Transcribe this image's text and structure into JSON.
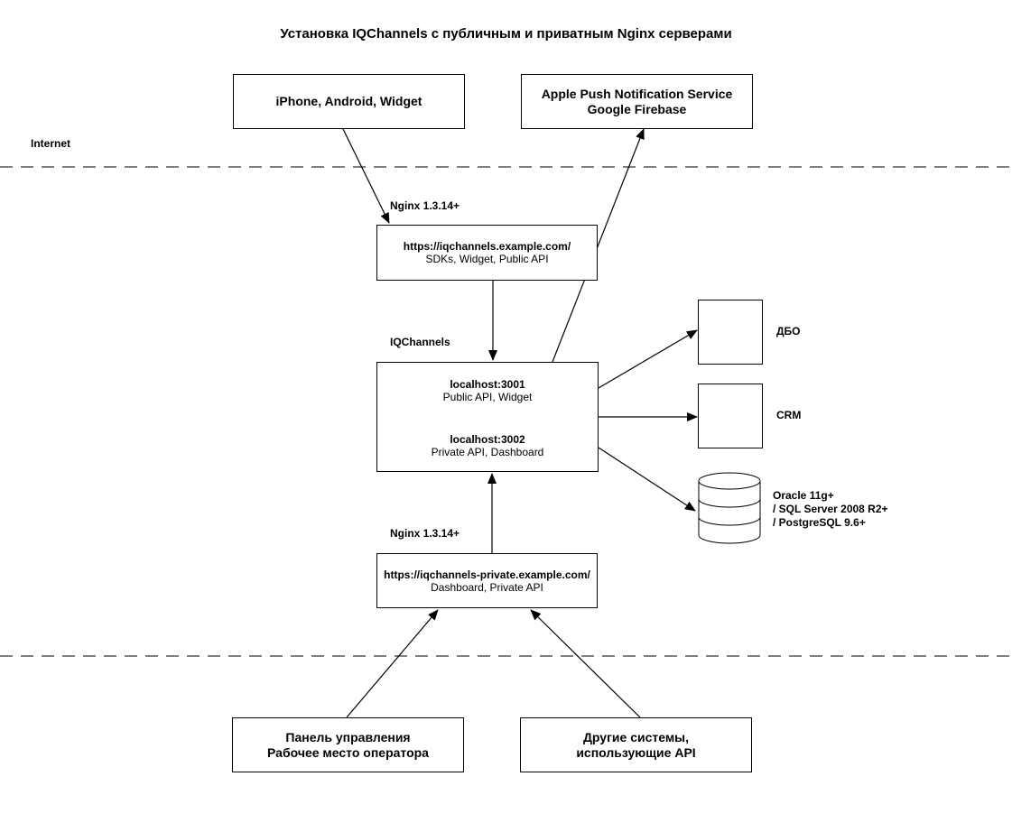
{
  "title": "Установка IQChannels с публичным и приватным Nginx серверами",
  "zones": {
    "internet": "Internet",
    "iqchannels": "IQChannels",
    "nginx_public": "Nginx 1.3.14+",
    "nginx_private": "Nginx 1.3.14+"
  },
  "nodes": {
    "clients": {
      "label": "iPhone, Android, Widget"
    },
    "push": {
      "line1": "Apple Push Notification Service",
      "line2": "Google Firebase"
    },
    "public_nginx": {
      "url": "https://iqchannels.example.com/",
      "desc": "SDKs, Widget, Public API"
    },
    "server_public": {
      "host": "localhost:3001",
      "desc": "Public API, Widget"
    },
    "server_private": {
      "host": "localhost:3002",
      "desc": "Private API, Dashboard"
    },
    "dbo": {
      "label": "ДБО"
    },
    "crm": {
      "label": "CRM"
    },
    "database": {
      "line1": "Oracle 11g+",
      "line2": "/ SQL Server 2008 R2+",
      "line3": "/ PostgreSQL 9.6+"
    },
    "private_nginx": {
      "url": "https://iqchannels-private.example.com/",
      "desc": "Dashboard, Private API"
    },
    "panel": {
      "line1": "Панель управления",
      "line2": "Рабочее место оператора"
    },
    "other": {
      "line1": "Другие системы,",
      "line2": "использующие API"
    }
  }
}
